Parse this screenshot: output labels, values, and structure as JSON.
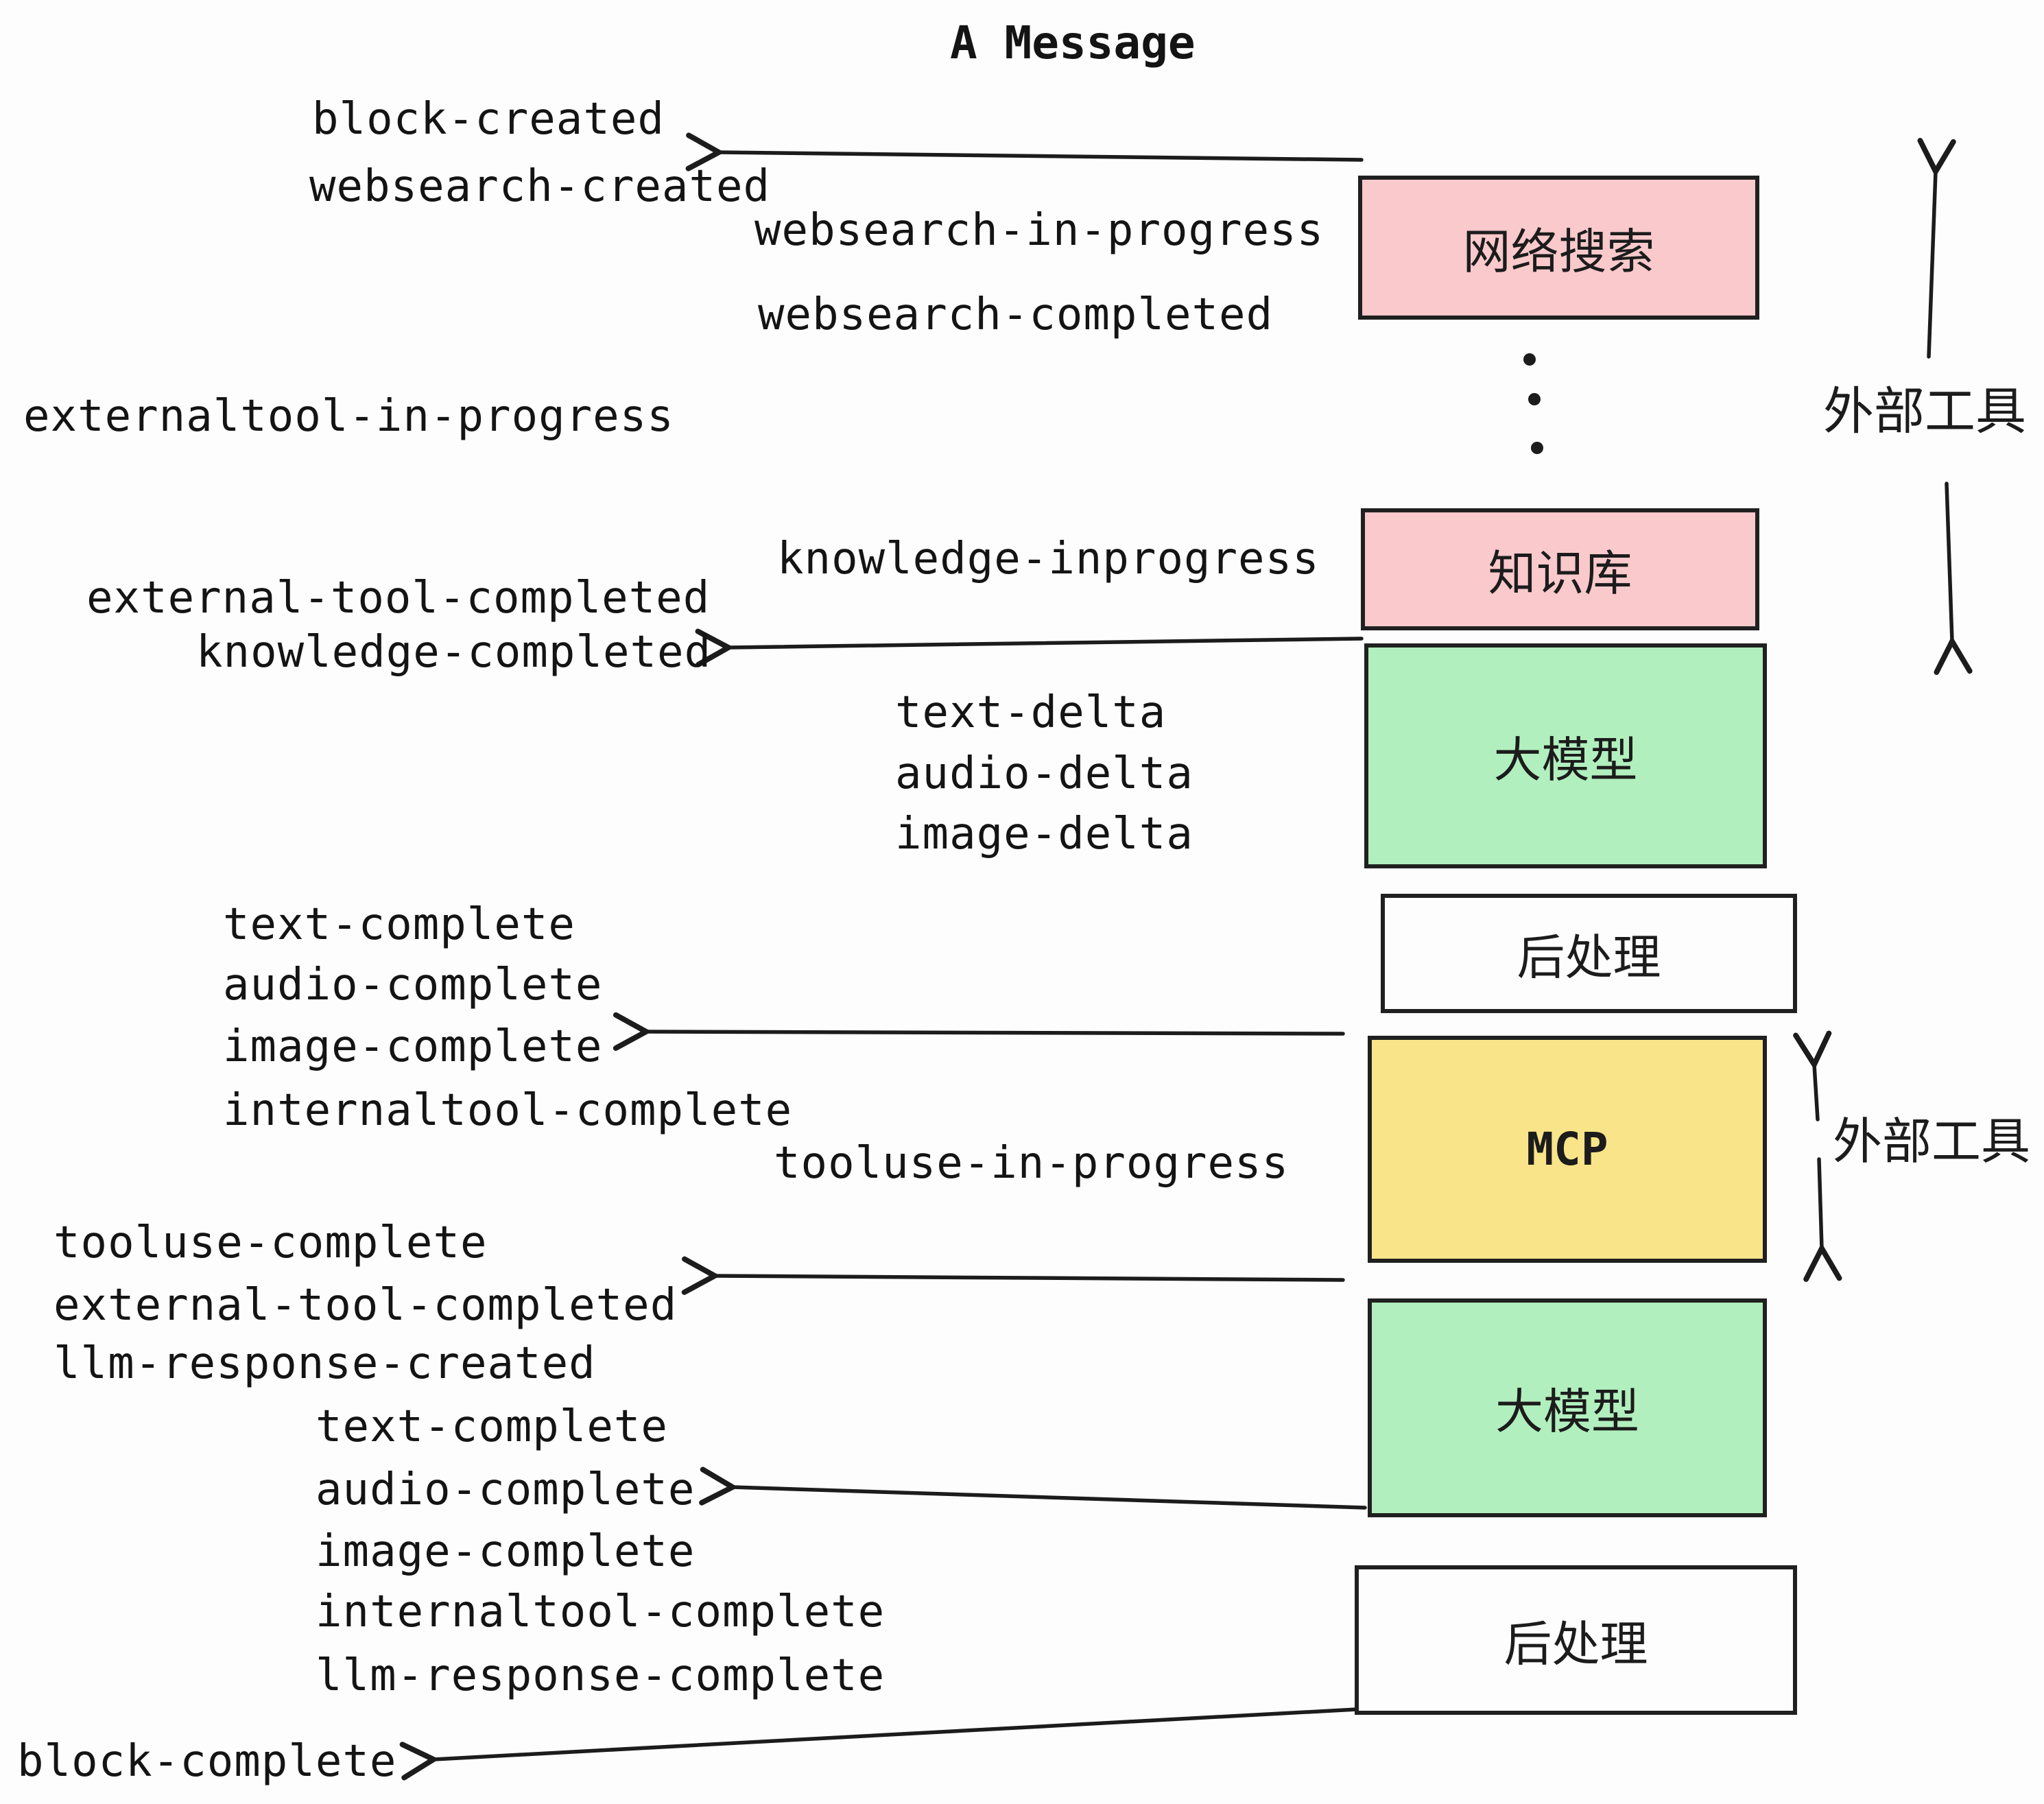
{
  "title": "A Message",
  "colors": {
    "pink": "#f9c9cb",
    "green": "#b2efbe",
    "yellow": "#f9e489",
    "box_border": "#202020",
    "text": "#141414",
    "background": "#fdfdfd"
  },
  "boxes": [
    {
      "id": "websearch",
      "label": "网络搜索",
      "color": "pink"
    },
    {
      "id": "knowledge",
      "label": "知识库",
      "color": "pink"
    },
    {
      "id": "llm-1",
      "label": "大模型",
      "color": "green"
    },
    {
      "id": "postprocess-1",
      "label": "后处理",
      "color": "white"
    },
    {
      "id": "mcp",
      "label": "MCP",
      "color": "yellow"
    },
    {
      "id": "llm-2",
      "label": "大模型",
      "color": "green"
    },
    {
      "id": "postprocess-2",
      "label": "后处理",
      "color": "white"
    }
  ],
  "side_labels": [
    {
      "label": "外部工具"
    },
    {
      "label": "外部工具"
    }
  ],
  "events": [
    {
      "text": "block-created"
    },
    {
      "text": "websearch-created"
    },
    {
      "text": "websearch-in-progress"
    },
    {
      "text": "websearch-completed"
    },
    {
      "text": "externaltool-in-progress"
    },
    {
      "text": "knowledge-inprogress"
    },
    {
      "text": "external-tool-completed"
    },
    {
      "text": "knowledge-completed"
    },
    {
      "text": "text-delta"
    },
    {
      "text": "audio-delta"
    },
    {
      "text": "image-delta"
    },
    {
      "text": "text-complete"
    },
    {
      "text": "audio-complete"
    },
    {
      "text": "image-complete"
    },
    {
      "text": "internaltool-complete"
    },
    {
      "text": "tooluse-in-progress"
    },
    {
      "text": "tooluse-complete"
    },
    {
      "text": "external-tool-completed"
    },
    {
      "text": "llm-response-created"
    },
    {
      "text": "text-complete"
    },
    {
      "text": "audio-complete"
    },
    {
      "text": "image-complete"
    },
    {
      "text": "internaltool-complete"
    },
    {
      "text": "llm-response-complete"
    },
    {
      "text": "block-complete"
    }
  ]
}
